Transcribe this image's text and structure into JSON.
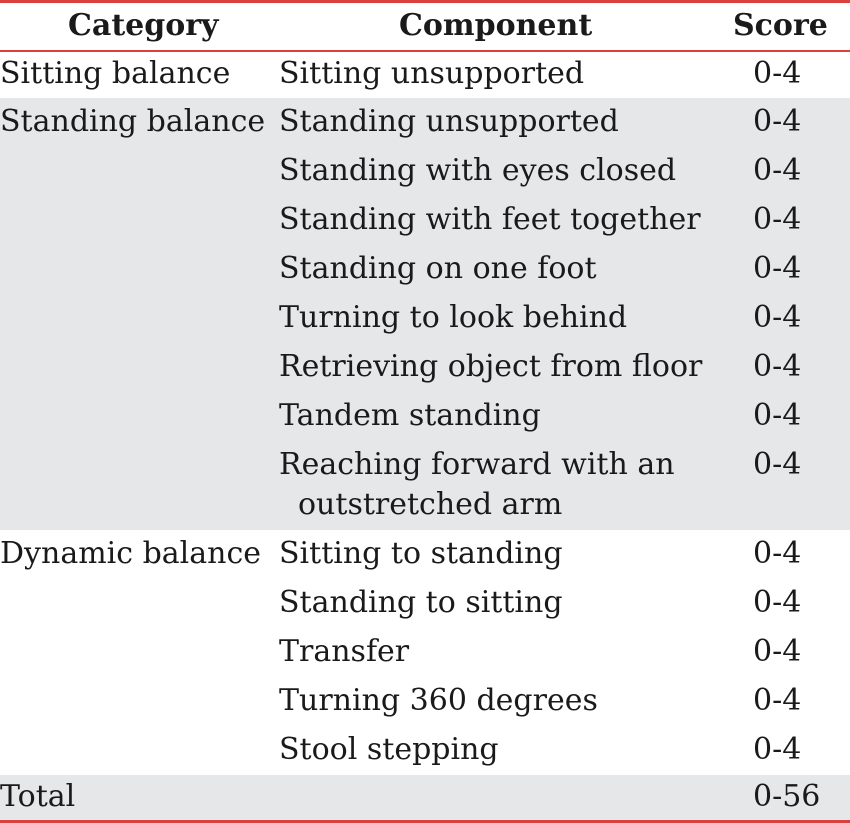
{
  "header": {
    "category": "Category",
    "component": "Component",
    "score": "Score"
  },
  "groups": [
    {
      "category": "Sitting balance",
      "rows": [
        {
          "component": "Sitting unsupported",
          "score": "0-4"
        }
      ]
    },
    {
      "category": "Standing balance",
      "rows": [
        {
          "component": "Standing unsupported",
          "score": "0-4"
        },
        {
          "component": "Standing with eyes closed",
          "score": "0-4"
        },
        {
          "component": "Standing with feet together",
          "score": "0-4"
        },
        {
          "component": "Standing on one foot",
          "score": "0-4"
        },
        {
          "component": "Turning to look behind",
          "score": "0-4"
        },
        {
          "component": "Retrieving object from floor",
          "score": "0-4"
        },
        {
          "component": "Tandem standing",
          "score": "0-4"
        },
        {
          "component": "Reaching forward with an",
          "component_cont": "outstretched arm",
          "score": "0-4"
        }
      ]
    },
    {
      "category": "Dynamic balance",
      "rows": [
        {
          "component": "Sitting to standing",
          "score": "0-4"
        },
        {
          "component": "Standing to sitting",
          "score": "0-4"
        },
        {
          "component": "Transfer",
          "score": "0-4"
        },
        {
          "component": "Turning 360 degrees",
          "score": "0-4"
        },
        {
          "component": "Stool stepping",
          "score": "0-4"
        }
      ]
    }
  ],
  "total": {
    "label": "Total",
    "score": "0-56"
  }
}
